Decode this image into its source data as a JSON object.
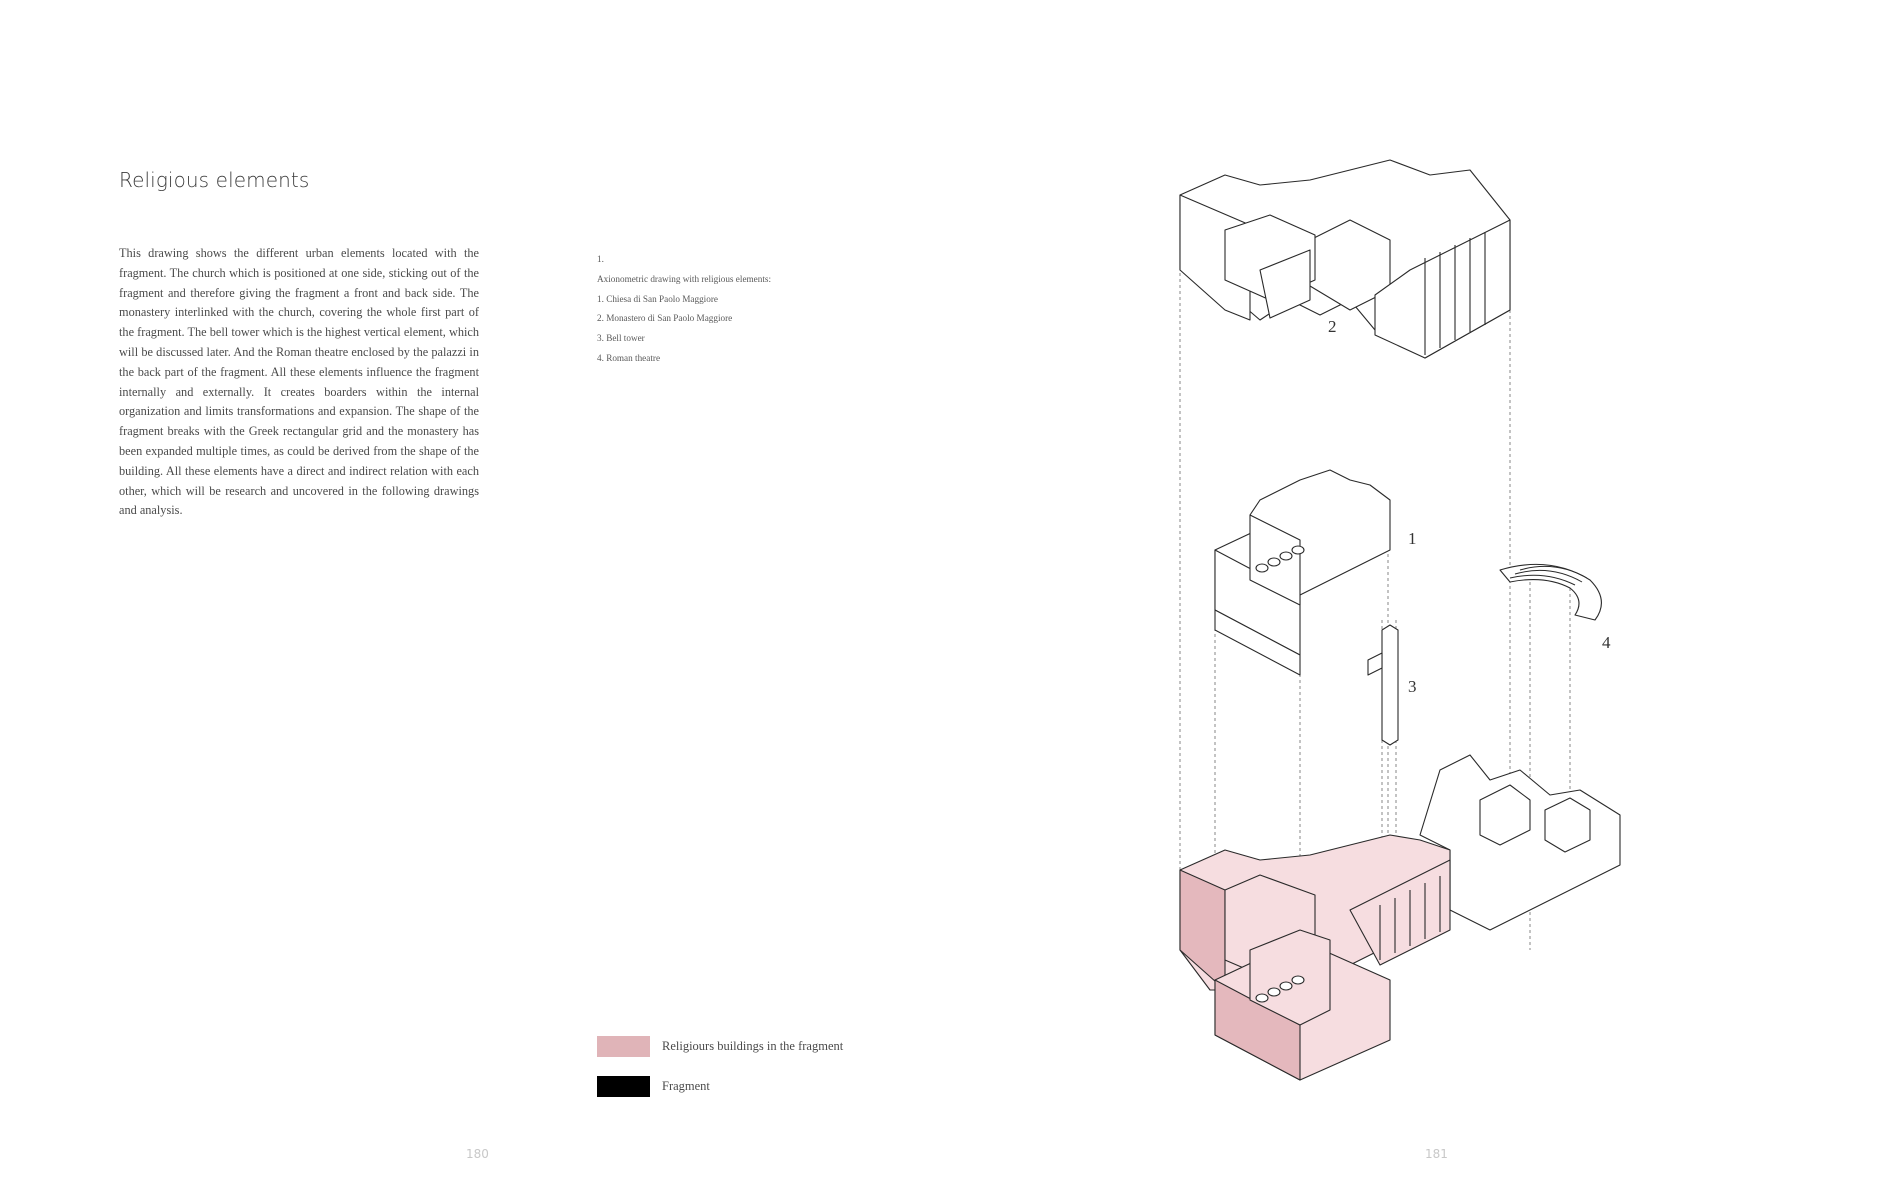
{
  "left_page": {
    "title": "Religious elements",
    "body": "This drawing shows the different urban elements located with the fragment. The church which is positioned at one side, sticking out of the fragment and therefore giving the fragment a front and back side. The monastery interlinked with the church, covering the whole first part of the fragment. The bell tower which is the highest vertical element, which will be discussed later. And the Roman theatre enclosed by the palazzi in the back part of the fragment. All these elements influence the fragment internally and externally. It creates boarders within the internal organization and limits transformations and expansion. The shape of the fragment breaks with the Greek rectangular grid and the monastery has been expanded multiple times, as could be derived from the shape of the building. All these elements have a direct and indirect relation with each other, which will be research and uncovered in the following drawings and analysis.",
    "page_number": "180"
  },
  "caption": {
    "figure_number": "1.",
    "heading": "Axionometric drawing with religious elements:",
    "items": [
      "1. Chiesa di San Paolo Maggiore",
      "2. Monastero di San Paolo Maggiore",
      "3. Bell tower",
      "4. Roman theatre"
    ]
  },
  "legend": [
    {
      "label": "Religiours buildings in the fragment",
      "color": "#e0b4b8"
    },
    {
      "label": "Fragment",
      "color": "#000000"
    }
  ],
  "drawing": {
    "labels": [
      "2",
      "1",
      "3",
      "4"
    ]
  },
  "right_page": {
    "page_number": "181"
  }
}
